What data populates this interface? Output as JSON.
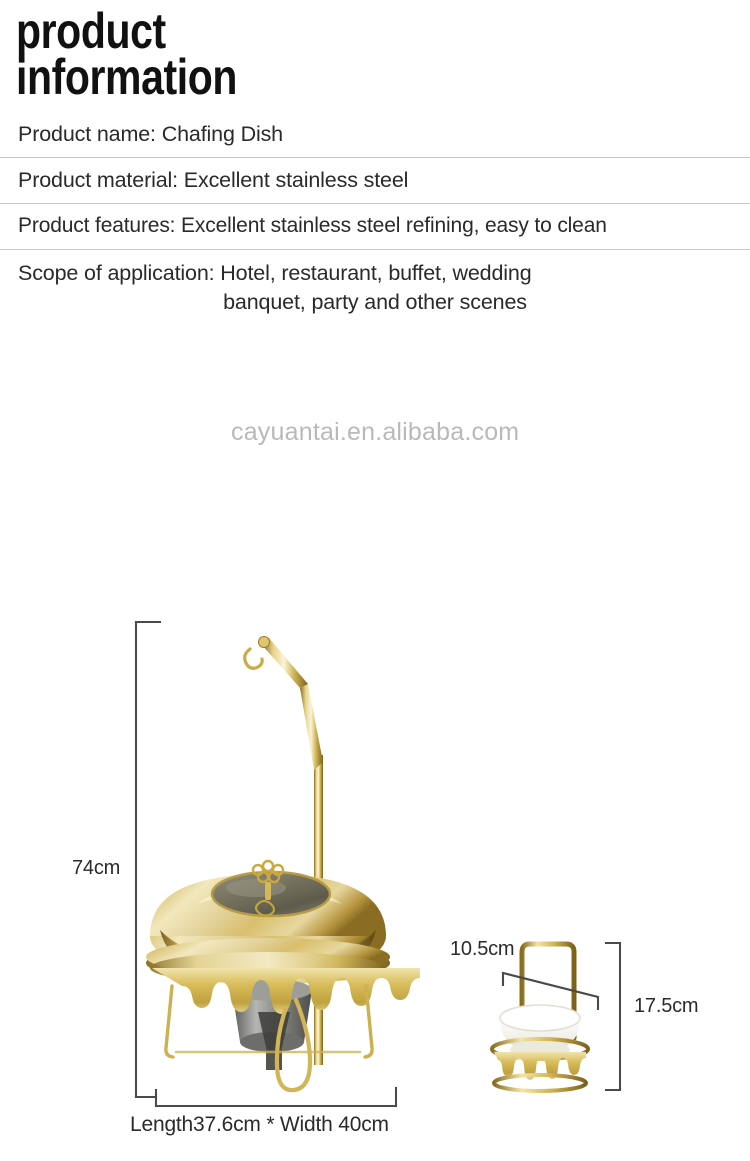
{
  "title": {
    "line1": "product",
    "line2": "information"
  },
  "specs": [
    {
      "name": "product-name-row",
      "text": "Product name: Chafing Dish"
    },
    {
      "name": "product-material-row",
      "text": "Product material: Excellent stainless steel"
    },
    {
      "name": "product-features-row",
      "text": "Product features: Excellent stainless steel refining, easy to clean"
    },
    {
      "name": "scope-of-application-row",
      "line1": "Scope of application: Hotel, restaurant, buffet, wedding",
      "line2": "banquet, party and other scenes"
    }
  ],
  "dimensions": {
    "height": "74cm",
    "footprint": "Length37.6cm * Width 40cm",
    "small_width": "10.5cm",
    "small_height": "17.5cm"
  },
  "watermark": "cayuantai.en.alibaba.com",
  "colors": {
    "gold_light": "#efe3b0",
    "gold_mid": "#d4b548",
    "gold_deep": "#9a7c22",
    "gold_shadow": "#6d5518",
    "glass": "#6f6d5e",
    "ceramic": "#f4f2ec",
    "divider": "#c9c9c9",
    "dim_line": "#4a4a4a",
    "text": "#2a2a2a",
    "watermark": "#b9b9b9"
  }
}
